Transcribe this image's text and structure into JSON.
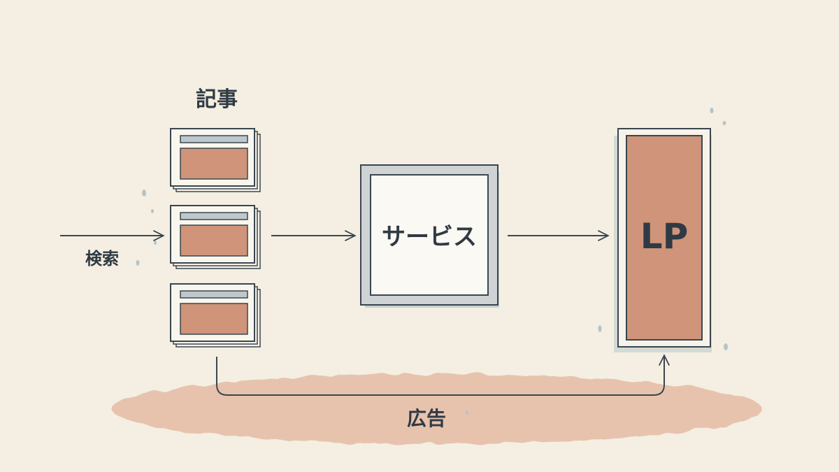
{
  "labels": {
    "articles": "記事",
    "search": "検索",
    "service": "サービス",
    "lp": "LP",
    "ad": "広告"
  },
  "colors": {
    "background": "#f4efe2",
    "terracotta": "#cf9479",
    "outline": "#3a4650",
    "frame_gray": "#cfd3d3",
    "shadow_blue": "#b9c6cb"
  }
}
